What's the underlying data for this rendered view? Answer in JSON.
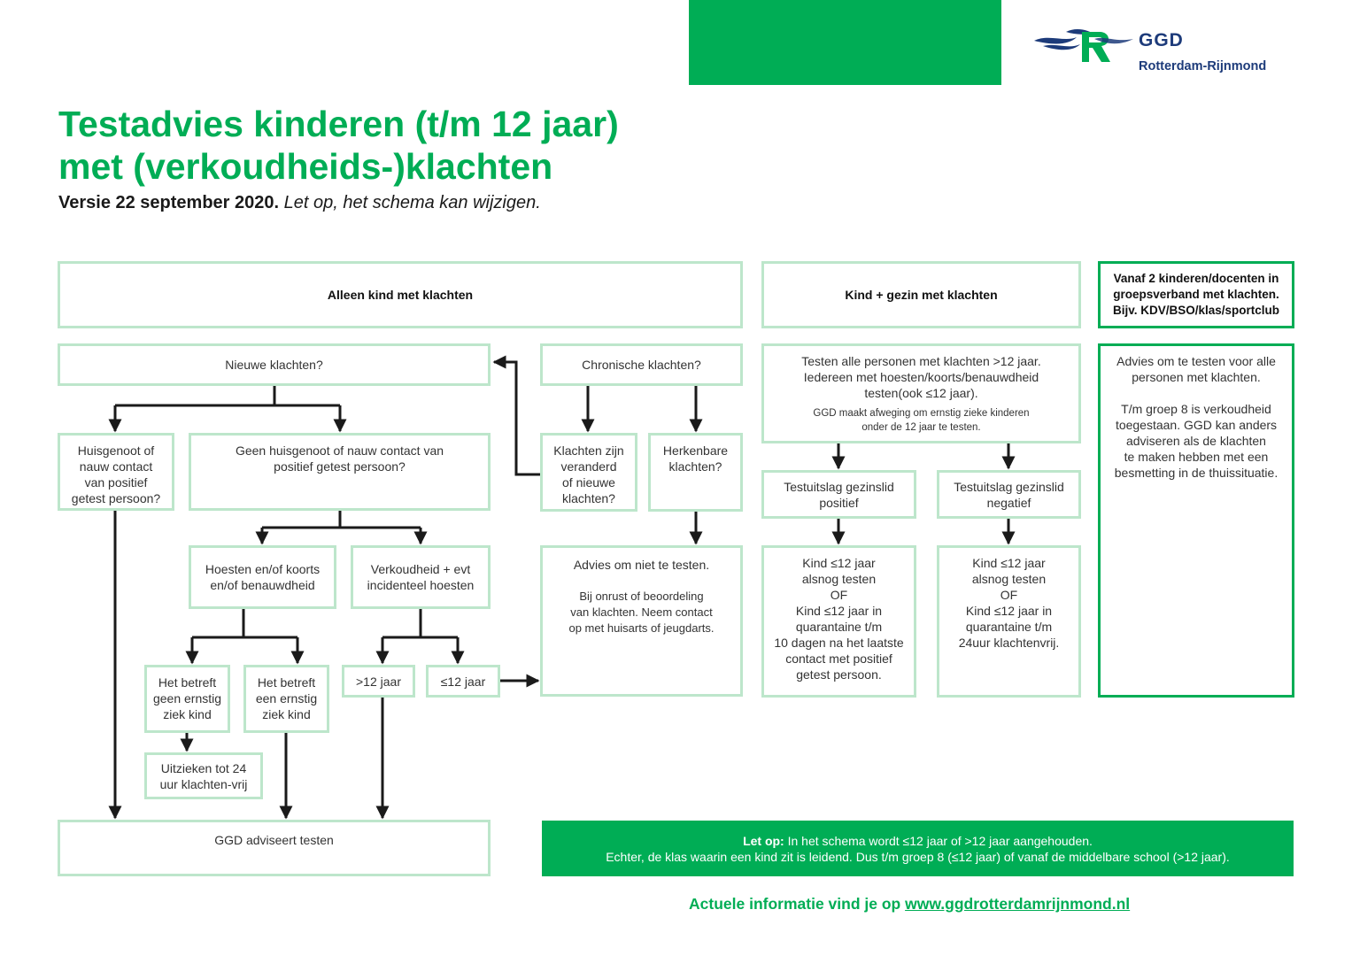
{
  "header": {
    "brand_name": "GGD",
    "brand_region": "Rotterdam-Rijnmond",
    "title_line1": "Testadvies kinderen (t/m 12 jaar)",
    "title_line2": "met (verkoudheids-)klachten",
    "version_bold": "Versie 22 september 2020.",
    "version_italic": "Let op, het schema kan wijzigen."
  },
  "columns": {
    "alleen_kind": "Alleen kind met klachten",
    "kind_gezin": "Kind + gezin met klachten",
    "groep": "Vanaf 2 kinderen/docenten in groepsverband met klachten. Bijv. KDV/BSO/klas/sportclub"
  },
  "nodes": {
    "nieuwe_klachten": "Nieuwe klachten?",
    "chronische_klachten": "Chronische klachten?",
    "huisgenoot": "Huisgenoot of\nnauw contact\nvan positief\ngetest persoon?",
    "geen_huisgenoot": "Geen huisgenoot of nauw contact van\npositief getest persoon?",
    "klachten_veranderd": "Klachten zijn\nveranderd\nof nieuwe\nklachten?",
    "herkenbare_klachten": "Herkenbare\nklachten?",
    "hoesten_koorts": "Hoesten en/of koorts\nen/of benauwdheid",
    "verkoudheid": "Verkoudheid + evt\nincidenteel hoesten",
    "advies_niet_testen_main": "Advies om niet te testen.",
    "advies_niet_testen_detail": "Bij onrust of beoordeling\nvan klachten. Neem contact\nop met huisarts of jeugdarts.",
    "geen_ernstig_ziek": "Het betreft\ngeen ernstig\nziek kind",
    "ernstig_ziek": "Het betreft\neen ernstig\nziek kind",
    "ouder_12": ">12 jaar",
    "tm_12": "≤12 jaar",
    "uitzieken": "Uitzieken tot 24\nuur klachten-vrij",
    "ggd_adviseert": "GGD adviseert testen",
    "gezin_testen_main": "Testen alle personen met klachten >12 jaar.\nIedereen met hoesten/koorts/benauwdheid\ntesten(ook ≤12 jaar).",
    "gezin_testen_detail": "GGD maakt afweging om ernstig zieke kinderen\nonder de 12 jaar te testen.",
    "uitslag_positief": "Testuitslag gezinslid\npositief",
    "uitslag_negatief": "Testuitslag gezinslid\nnegatief",
    "kind_positief": "Kind ≤12 jaar\nalsnog testen\nOF\nKind ≤12 jaar in\nquarantaine t/m\n10 dagen na het laatste\ncontact met positief\ngetest persoon.",
    "kind_negatief": "Kind ≤12 jaar\nalsnog testen\nOF\nKind ≤12 jaar in\nquarantaine t/m\n24uur klachtenvrij.",
    "groep_advies": "Advies om te testen voor alle\npersonen met klachten.\n\nT/m groep 8 is verkoudheid\ntoegestaan. GGD kan anders\nadviseren als de klachten\nte maken hebben met een\nbesmetting in de thuissituatie."
  },
  "note": {
    "label": "Let op:",
    "line1": "In het schema wordt ≤12 jaar of >12 jaar aangehouden.",
    "line2": "Echter, de klas waarin een kind zit is leidend. Dus t/m groep 8 (≤12 jaar) of vanaf de middelbare school (>12 jaar)."
  },
  "footer": {
    "text": "Actuele informatie vind je op",
    "link": "www.ggdrotterdamrijnmond.nl"
  },
  "colors": {
    "green": "#00ad55",
    "light_green_border": "#bde6cb",
    "navy": "#1d3b7a",
    "arrow": "#1a1a1a"
  }
}
